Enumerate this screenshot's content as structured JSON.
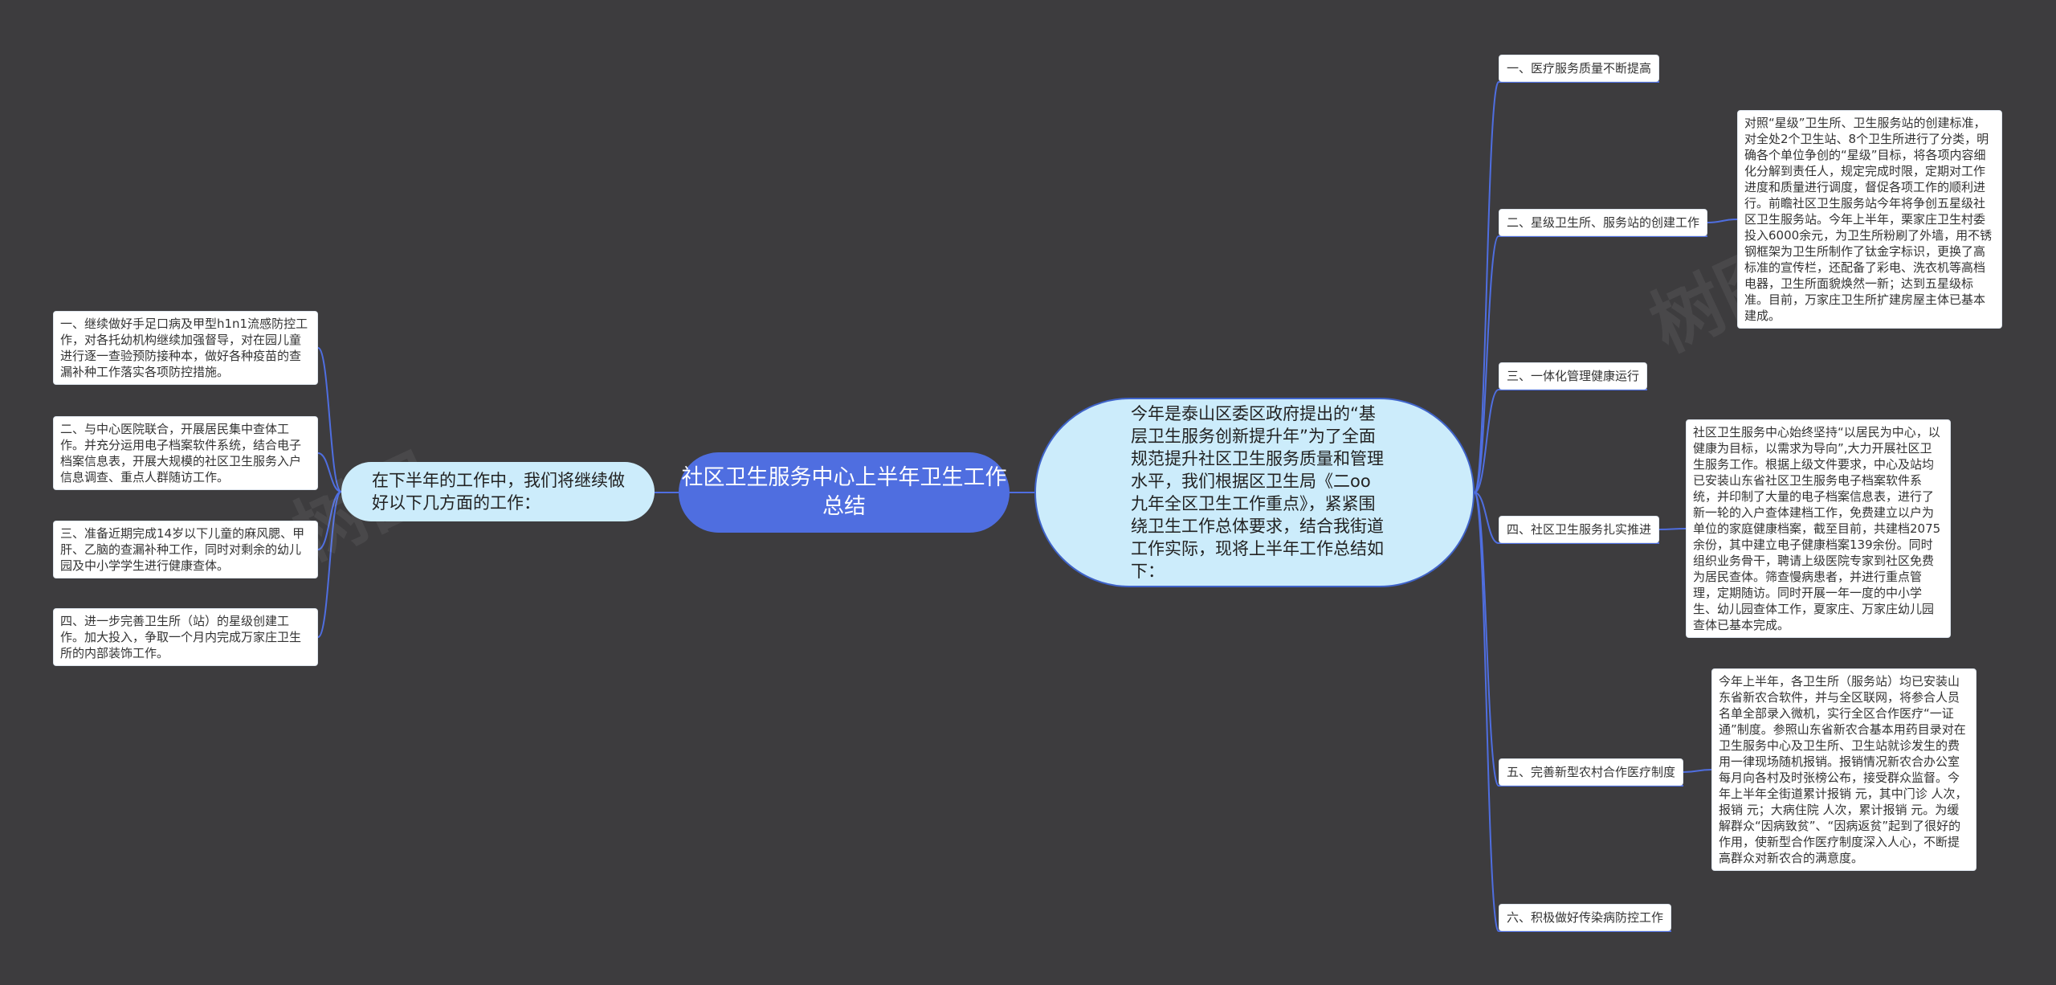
{
  "root": {
    "title": "社区卫生服务中心上半年卫生工作总结"
  },
  "intro": {
    "text": "今年是泰山区委区政府提出的“基层卫生服务创新提升年”为了全面规范提升社区卫生服务质量和管理水平，我们根据区卫生局《二oo九年全区卫生工作重点》，紧紧围绕卫生工作总体要求，结合我街道工作实际，现将上半年工作总结如下："
  },
  "left_main": {
    "text": "在下半年的工作中，我们将继续做好以下几方面的工作："
  },
  "left_items": [
    {
      "text": "一、继续做好手足口病及甲型h1n1流感防控工作，对各托幼机构继续加强督导，对在园儿童进行逐一查验预防接种本，做好各种疫苗的查漏补种工作落实各项防控措施。"
    },
    {
      "text": "二、与中心医院联合，开展居民集中查体工作。并充分运用电子档案软件系统，结合电子档案信息表，开展大规模的社区卫生服务入户信息调查、重点人群随访工作。"
    },
    {
      "text": "三、准备近期完成14岁以下儿童的麻风腮、甲肝、乙脑的查漏补种工作，同时对剩余的幼儿园及中小学学生进行健康查体。"
    },
    {
      "text": "四、进一步完善卫生所（站）的星级创建工作。加大投入，争取一个月内完成万家庄卫生所的内部装饰工作。"
    }
  ],
  "branches": [
    {
      "label": "一、医疗服务质量不断提高"
    },
    {
      "label": "二、星级卫生所、服务站的创建工作",
      "detail": "对照“星级”卫生所、卫生服务站的创建标准，对全处2个卫生站、8个卫生所进行了分类，明确各个单位争创的“星级”目标，将各项内容细化分解到责任人，规定完成时限，定期对工作进度和质量进行调度，督促各项工作的顺利进行。前瞻社区卫生服务站今年将争创五星级社区卫生服务站。今年上半年，栗家庄卫生村委投入6000余元，为卫生所粉刷了外墙，用不锈钢框架为卫生所制作了钛金字标识，更换了高标准的宣传栏，还配备了彩电、洗衣机等高档电器，卫生所面貌焕然一新；达到五星级标准。目前，万家庄卫生所扩建房屋主体已基本建成。"
    },
    {
      "label": "三、一体化管理健康运行"
    },
    {
      "label": "四、社区卫生服务扎实推进",
      "detail": "社区卫生服务中心始终坚持“以居民为中心，以健康为目标，以需求为导向”,大力开展社区卫生服务工作。根据上级文件要求，中心及站均已安装山东省社区卫生服务电子档案软件系统，并印制了大量的电子档案信息表，进行了新一轮的入户查体建档工作，免费建立以户为单位的家庭健康档案，截至目前，共建档2075余份，其中建立电子健康档案139余份。同时组织业务骨干，聘请上级医院专家到社区免费为居民查体。筛查慢病患者，并进行重点管理，定期随访。同时开展一年一度的中小学生、幼儿园查体工作，夏家庄、万家庄幼儿园查体已基本完成。"
    },
    {
      "label": "五、完善新型农村合作医疗制度",
      "detail": "今年上半年，各卫生所（服务站）均已安装山东省新农合软件，并与全区联网，将参合人员名单全部录入微机，实行全区合作医疗“一证通”制度。参照山东省新农合基本用药目录对在卫生服务中心及卫生所、卫生站就诊发生的费用一律现场随机报销。报销情况新农合办公室每月向各村及时张榜公布，接受群众监督。今年上半年全街道累计报销 元，其中门诊 人次，报销 元；大病住院 人次，累计报销 元。为缓解群众“因病致贫”、“因病返贫”起到了很好的作用，使新型合作医疗制度深入人心，不断提高群众对新农合的满意度。"
    },
    {
      "label": "六、积极做好传染病防控工作"
    }
  ],
  "colors": {
    "background": "#3d3c3e",
    "root": "#4f6ee0",
    "bubble": "#ccecfb",
    "link": "#4f6ee0"
  }
}
